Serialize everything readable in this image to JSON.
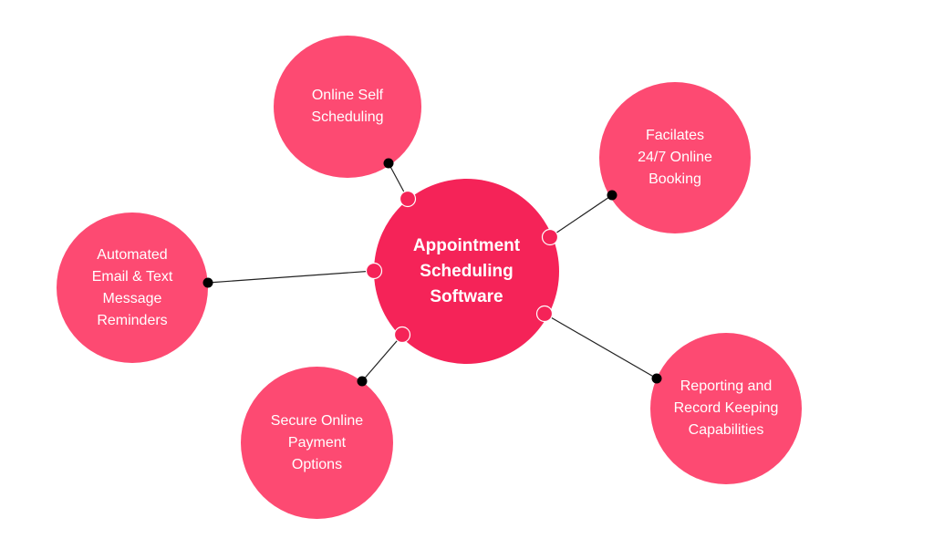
{
  "diagram": {
    "title": "Appointment Scheduling Software",
    "colors": {
      "center_fill": "#f52358",
      "node_fill": "#fd4a72",
      "connector_line": "#222222",
      "connector_outer_dot": "#000000",
      "connector_inner_ring": "#ffffff",
      "text": "#ffffff",
      "background": "#ffffff"
    },
    "center": {
      "label": "Appointment\nScheduling\nSoftware"
    },
    "nodes": [
      {
        "id": "online-self-scheduling",
        "label": "Online Self\nScheduling"
      },
      {
        "id": "facilates-24-7-online-booking",
        "label": "Facilates\n24/7 Online\nBooking"
      },
      {
        "id": "automated-email-text-reminders",
        "label": "Automated\nEmail & Text\nMessage\nReminders"
      },
      {
        "id": "reporting-record-keeping",
        "label": "Reporting and\nRecord Keeping\nCapabilities"
      },
      {
        "id": "secure-online-payment-options",
        "label": "Secure Online\nPayment\nOptions"
      }
    ],
    "edges": [
      {
        "from": "center",
        "to": "online-self-scheduling"
      },
      {
        "from": "center",
        "to": "facilates-24-7-online-booking"
      },
      {
        "from": "center",
        "to": "automated-email-text-reminders"
      },
      {
        "from": "center",
        "to": "reporting-record-keeping"
      },
      {
        "from": "center",
        "to": "secure-online-payment-options"
      }
    ]
  }
}
